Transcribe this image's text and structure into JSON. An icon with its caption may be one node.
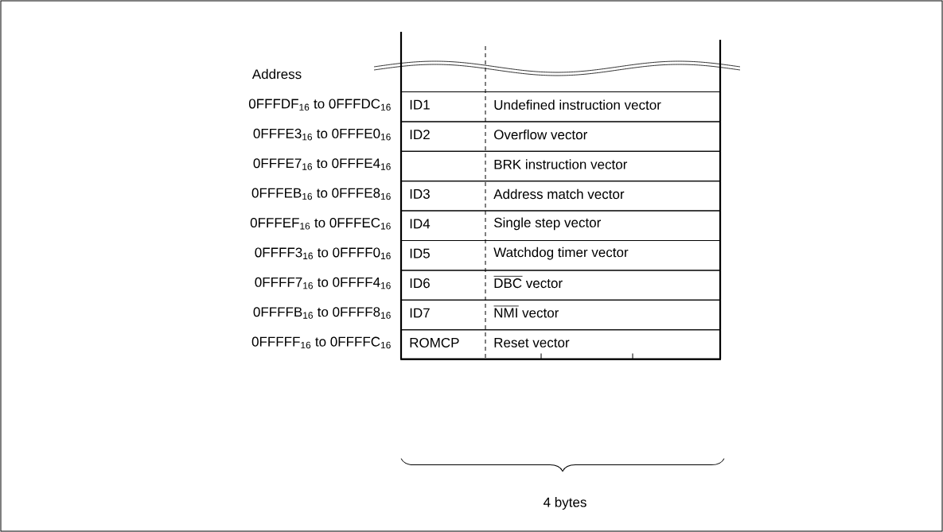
{
  "diagram": {
    "nodes": [
      {
        "text": [
          "ID1",
          "Undefined instruction vector"
        ]
      },
      {
        "text": [
          "ID2",
          "Overflow vector"
        ]
      },
      {
        "text": [
          "BRK instruction vector"
        ]
      },
      {
        "text": [
          "ID3",
          "Address match vector"
        ]
      },
      {
        "text": [
          "ID4",
          "Single step vector"
        ]
      },
      {
        "text": [
          "ID5",
          "Watchdog timer vector"
        ]
      },
      {
        "text": [
          "ID6",
          "DBC vector"
        ]
      },
      {
        "text": [
          "ID7",
          "NMI vector"
        ]
      },
      {
        "text": [
          "ROMCP",
          "Reset vector"
        ]
      }
    ],
    "labels": [
      "Address",
      "0FFFDF$_{16}$ to 0FFFDC$_{16}$",
      "0FFFE3$_{16}$ to 0FFFE0$_{16}$",
      "0FFFE7$_{16}$ to 0FFFE4$_{16}$",
      "0FFFEB$_{16}$ to 0FFFE8$_{16}$",
      "0FFFEF$_{16}$ to 0FFFEC$_{16}$",
      "0FFFF3$_{16}$ to 0FFFF0$_{16}$",
      "0FFFF7$_{16}$ to 0FFFF4$_{16}$",
      "0FFFFB$_{16}$ to 0FFFF8$_{16}$",
      "0FFFFF$_{16}$ to 0FFFFC$_{16}$",
      "4 bytes"
    ]
  }
}
